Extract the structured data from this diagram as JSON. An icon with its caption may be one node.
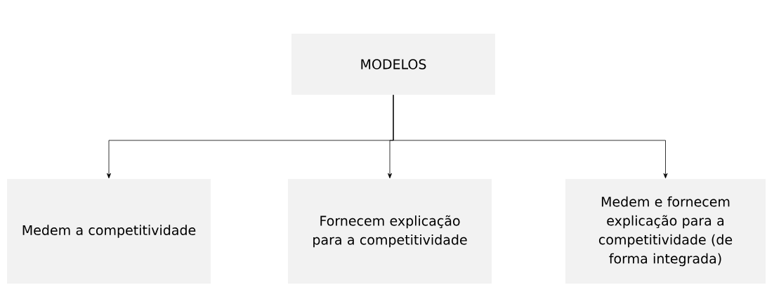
{
  "diagram": {
    "nodes": [
      {
        "text": [
          "MODELOS"
        ]
      },
      {
        "text": [
          "Medem a competitividade"
        ]
      },
      {
        "text": [
          "Fornecem explicação para a competitividade"
        ]
      },
      {
        "text": [
          "Medem e fornecem explicação para a competitividade (de forma integrada)"
        ]
      }
    ],
    "edges": [
      {
        "from": 0,
        "to": 1,
        "arrow": "to"
      },
      {
        "from": 0,
        "to": 2,
        "arrow": "to"
      },
      {
        "from": 0,
        "to": 3,
        "arrow": "to"
      }
    ]
  }
}
